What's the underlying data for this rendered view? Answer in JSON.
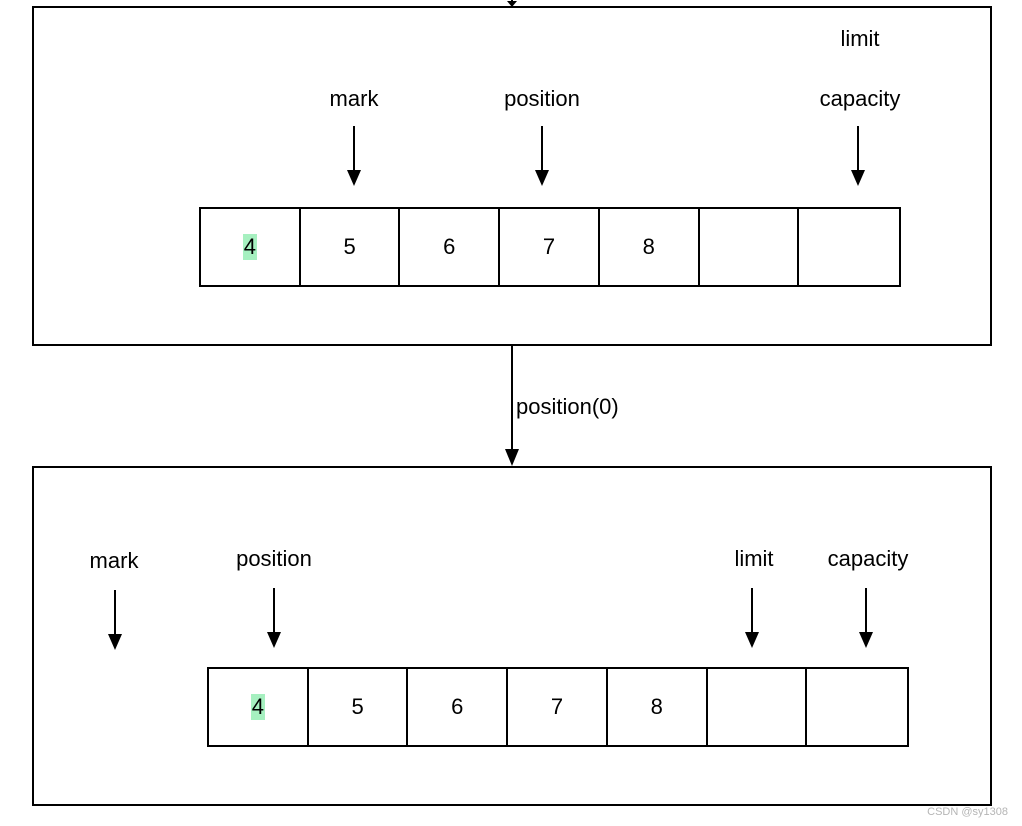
{
  "top_panel": {
    "labels": {
      "limit": "limit",
      "mark": "mark",
      "position": "position",
      "capacity": "capacity"
    },
    "cells": [
      "4",
      "5",
      "6",
      "7",
      "8",
      "",
      ""
    ]
  },
  "transition": {
    "label": "position(0)"
  },
  "bottom_panel": {
    "labels": {
      "mark": "mark",
      "position": "position",
      "limit": "limit",
      "capacity": "capacity"
    },
    "cells": [
      "4",
      "5",
      "6",
      "7",
      "8",
      "",
      ""
    ]
  },
  "highlight_color": "#a6f0c0",
  "watermark": "CSDN @sy1308"
}
